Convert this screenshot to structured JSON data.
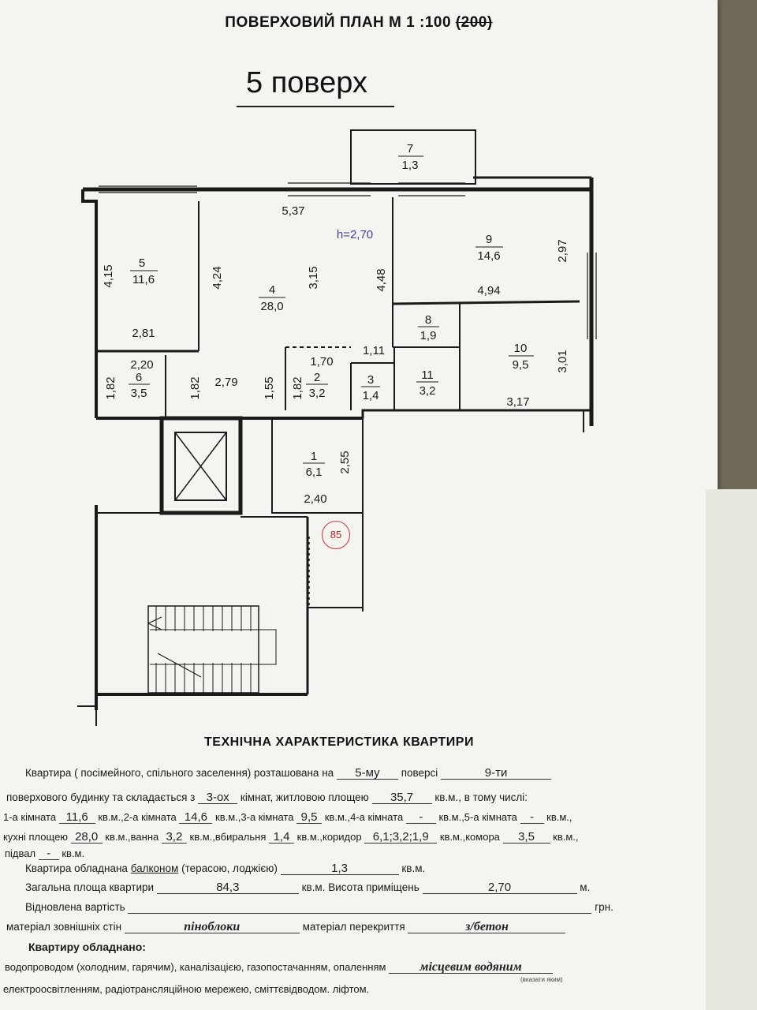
{
  "header": {
    "title": "ПОВЕРХОВИЙ ПЛАН М 1 :100",
    "title_struck": "(200)",
    "floor": "5 поверх"
  },
  "plan": {
    "height_label": "h=2,70",
    "rooms": [
      {
        "num": "7",
        "area": "1,3"
      },
      {
        "num": "5",
        "area": "11,6"
      },
      {
        "num": "4",
        "area": "28,0"
      },
      {
        "num": "9",
        "area": "14,6"
      },
      {
        "num": "8",
        "area": "1,9"
      },
      {
        "num": "10",
        "area": "9,5"
      },
      {
        "num": "6",
        "area": "3,5"
      },
      {
        "num": "2",
        "area": "3,2"
      },
      {
        "num": "3",
        "area": "1,4"
      },
      {
        "num": "11",
        "area": "3,2"
      },
      {
        "num": "1",
        "area": "6,1"
      }
    ],
    "dims": [
      "5,37",
      "4,15",
      "4,24",
      "3,15",
      "4,48",
      "2,97",
      "4,94",
      "2,81",
      "2,20",
      "1,82",
      "1,82",
      "2,79",
      "1,55",
      "1,70",
      "1,82",
      "1,11",
      "3,01",
      "3,17",
      "2,55",
      "2,40"
    ],
    "apartment_no": "85"
  },
  "tech": {
    "title": "ТЕХНІЧНА ХАРАКТЕРИСТИКА   КВАРТИРИ",
    "r1_a": "Квартира ( посімейного, спільного заселення) розташована на",
    "r1_floor": "5-му",
    "r1_b": "поверсі",
    "r1_floors": "9-ти",
    "r2_a": "поверхового будинку та складається  з",
    "r2_rooms": "3-ох",
    "r2_b": "кімнат,  житловою площею",
    "r2_living": "35,7",
    "r2_c": "кв.м.,  в тому числі:",
    "r3_a": "1-а кімната",
    "r3_v1": "11,6",
    "r3_b": "кв.м.,2-а кімната",
    "r3_v2": "14,6",
    "r3_c": "кв.м.,3-а кімната",
    "r3_v3": "9,5",
    "r3_d": "кв.м.,4-а кімната",
    "r3_v4": "-",
    "r3_e": "кв.м.,5-а кімната",
    "r3_v5": "-",
    "r3_f": "кв.м.,",
    "r4_a": "кухні площею",
    "r4_kitchen": "28,0",
    "r4_b": "кв.м.,ванна",
    "r4_bath": "3,2",
    "r4_c": "кв.м.,вбиральня",
    "r4_wc": "1,4",
    "r4_d": "кв.м.,коридор",
    "r4_corr": "6,1;3,2;1,9",
    "r4_e": "кв.м.,комора",
    "r4_store": "3,5",
    "r4_f": "кв.м.,",
    "r5_a": "підвал",
    "r5_cellar": "-",
    "r5_b": "кв.м.",
    "r6_a": "Квартира обладнана",
    "r6_b": "балконом",
    "r6_c": "(терасою, лоджією)",
    "r6_val": "1,3",
    "r6_unit": "кв.м.",
    "r7_a": "Загальна площа квартири",
    "r7_total": "84,3",
    "r7_b": "кв.м. Висота приміщень",
    "r7_height": "2,70",
    "r7_unit": "м.",
    "r8_a": "Відновлена вартість",
    "r8_unit": "грн.",
    "r9_a": "матеріал зовнішніх стін",
    "r9_walls": "піноблоки",
    "r9_b": "матеріал перекриття",
    "r9_floor": "з/бетон",
    "r10": "Квартиру обладнано:",
    "r11_a": "водопроводом (холодним, гарячим), каналізацією, газопостачанням, опаленням",
    "r11_heat": "місцевим водяним",
    "r11_note": "(вказати яким)",
    "r12": "електроосвітленням, радіотрансляційною мережею, сміттєвідводом. ліфтом."
  }
}
